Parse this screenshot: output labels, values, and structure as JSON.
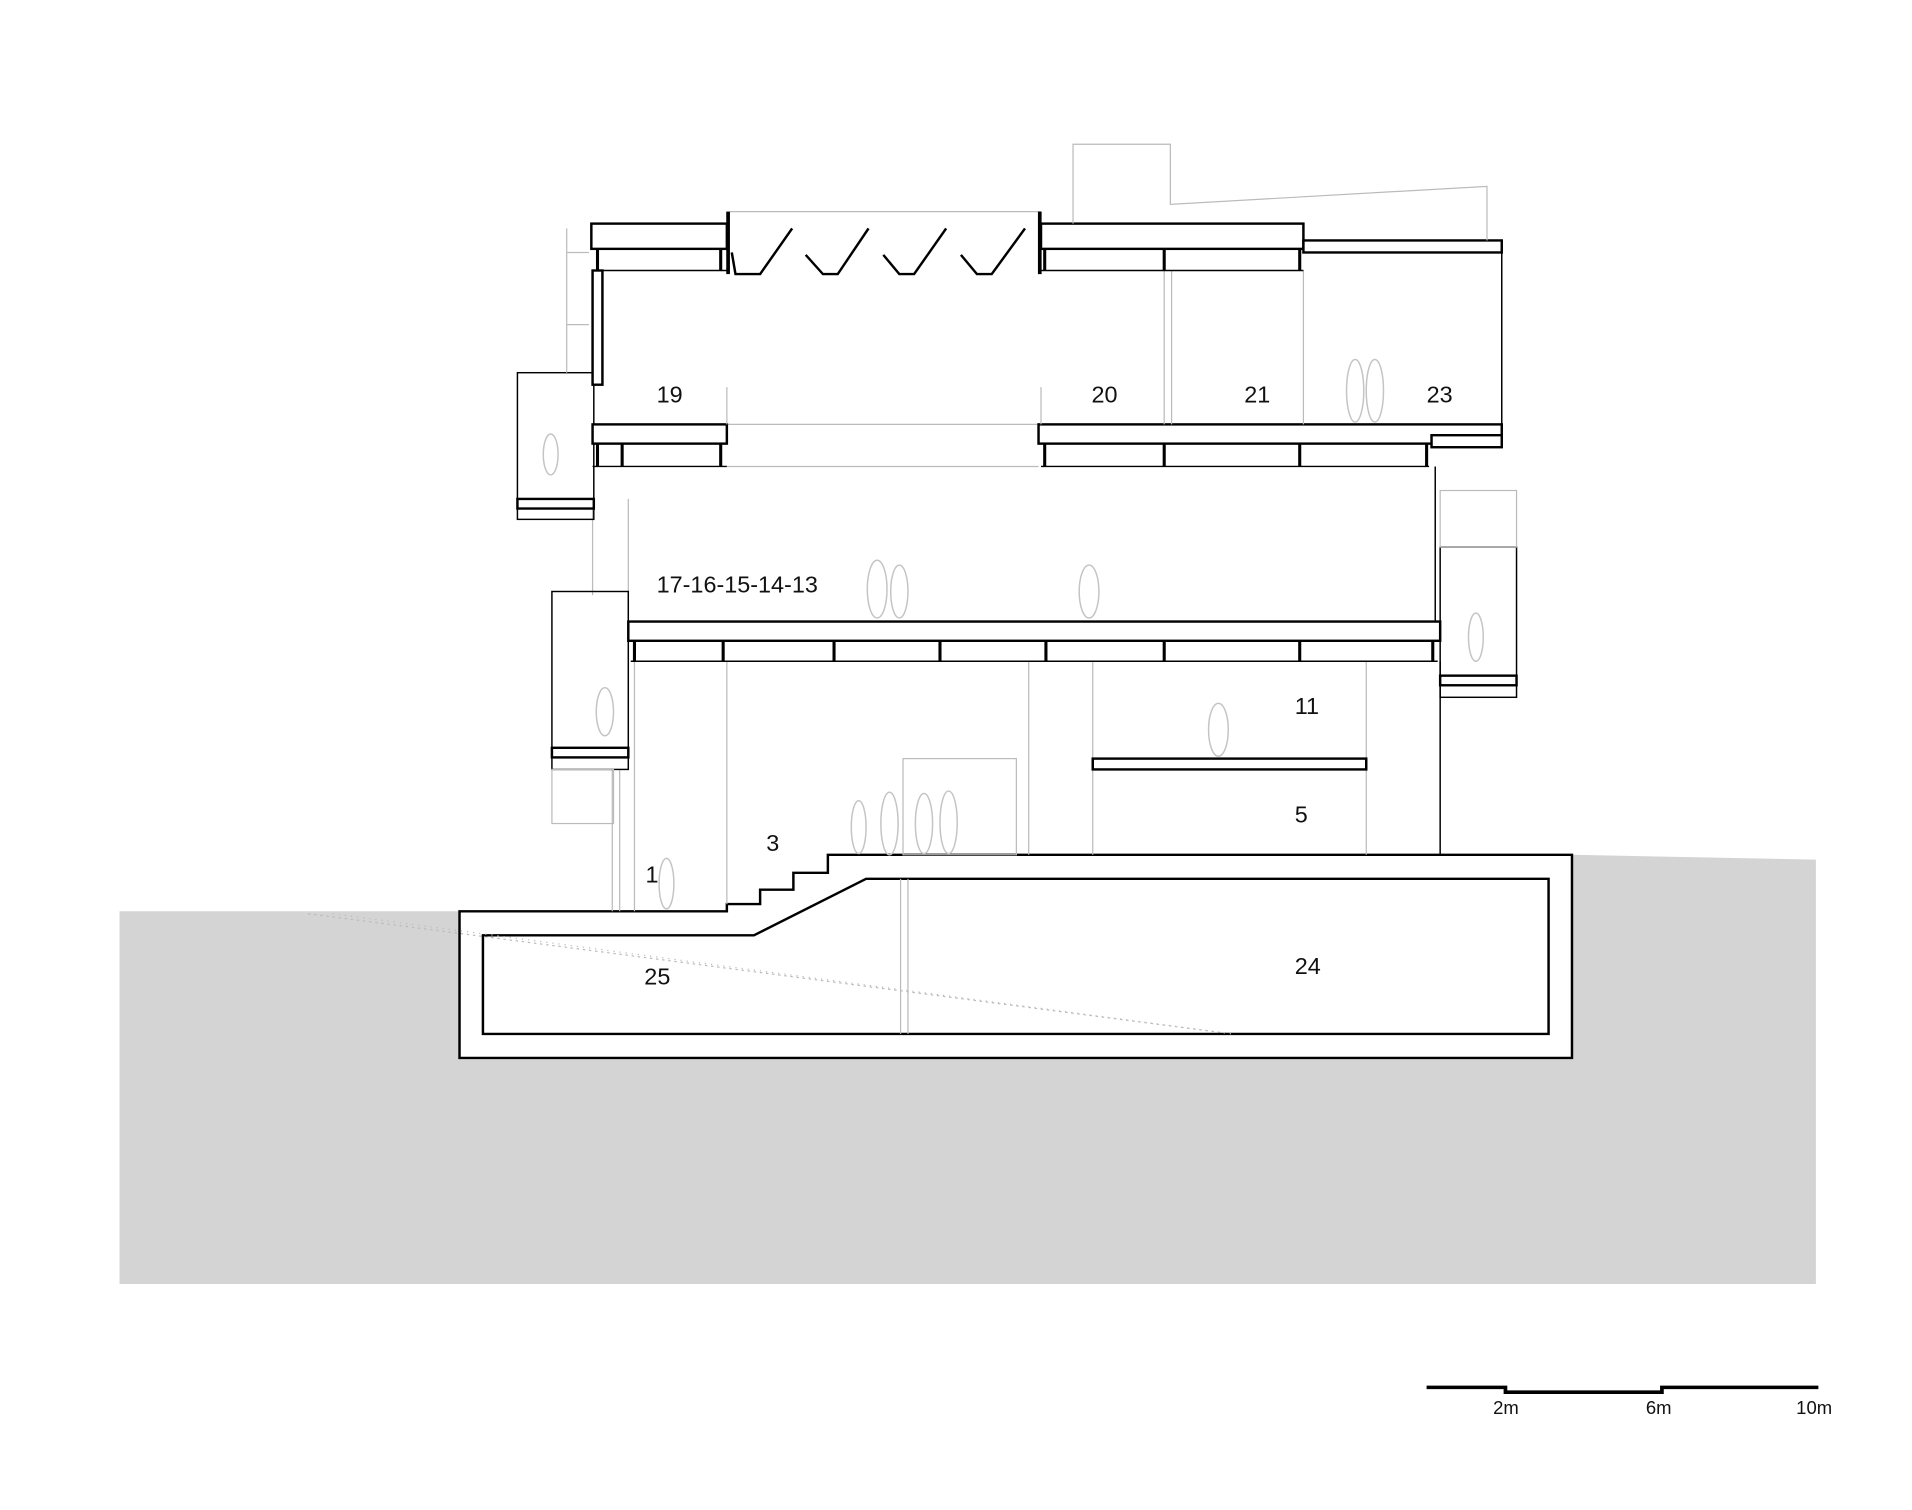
{
  "drawing": {
    "type": "architectural section",
    "ground_color": "#d4d4d4",
    "labels": {
      "l19": "19",
      "l20": "20",
      "l21": "21",
      "l23": "23",
      "l17_13": "17-16-15-14-13",
      "l11": "11",
      "l5": "5",
      "l3": "3",
      "l1": "1",
      "l24": "24",
      "l25": "25"
    }
  },
  "scale_bar": {
    "ticks": [
      "2m",
      "6m",
      "10m"
    ]
  }
}
